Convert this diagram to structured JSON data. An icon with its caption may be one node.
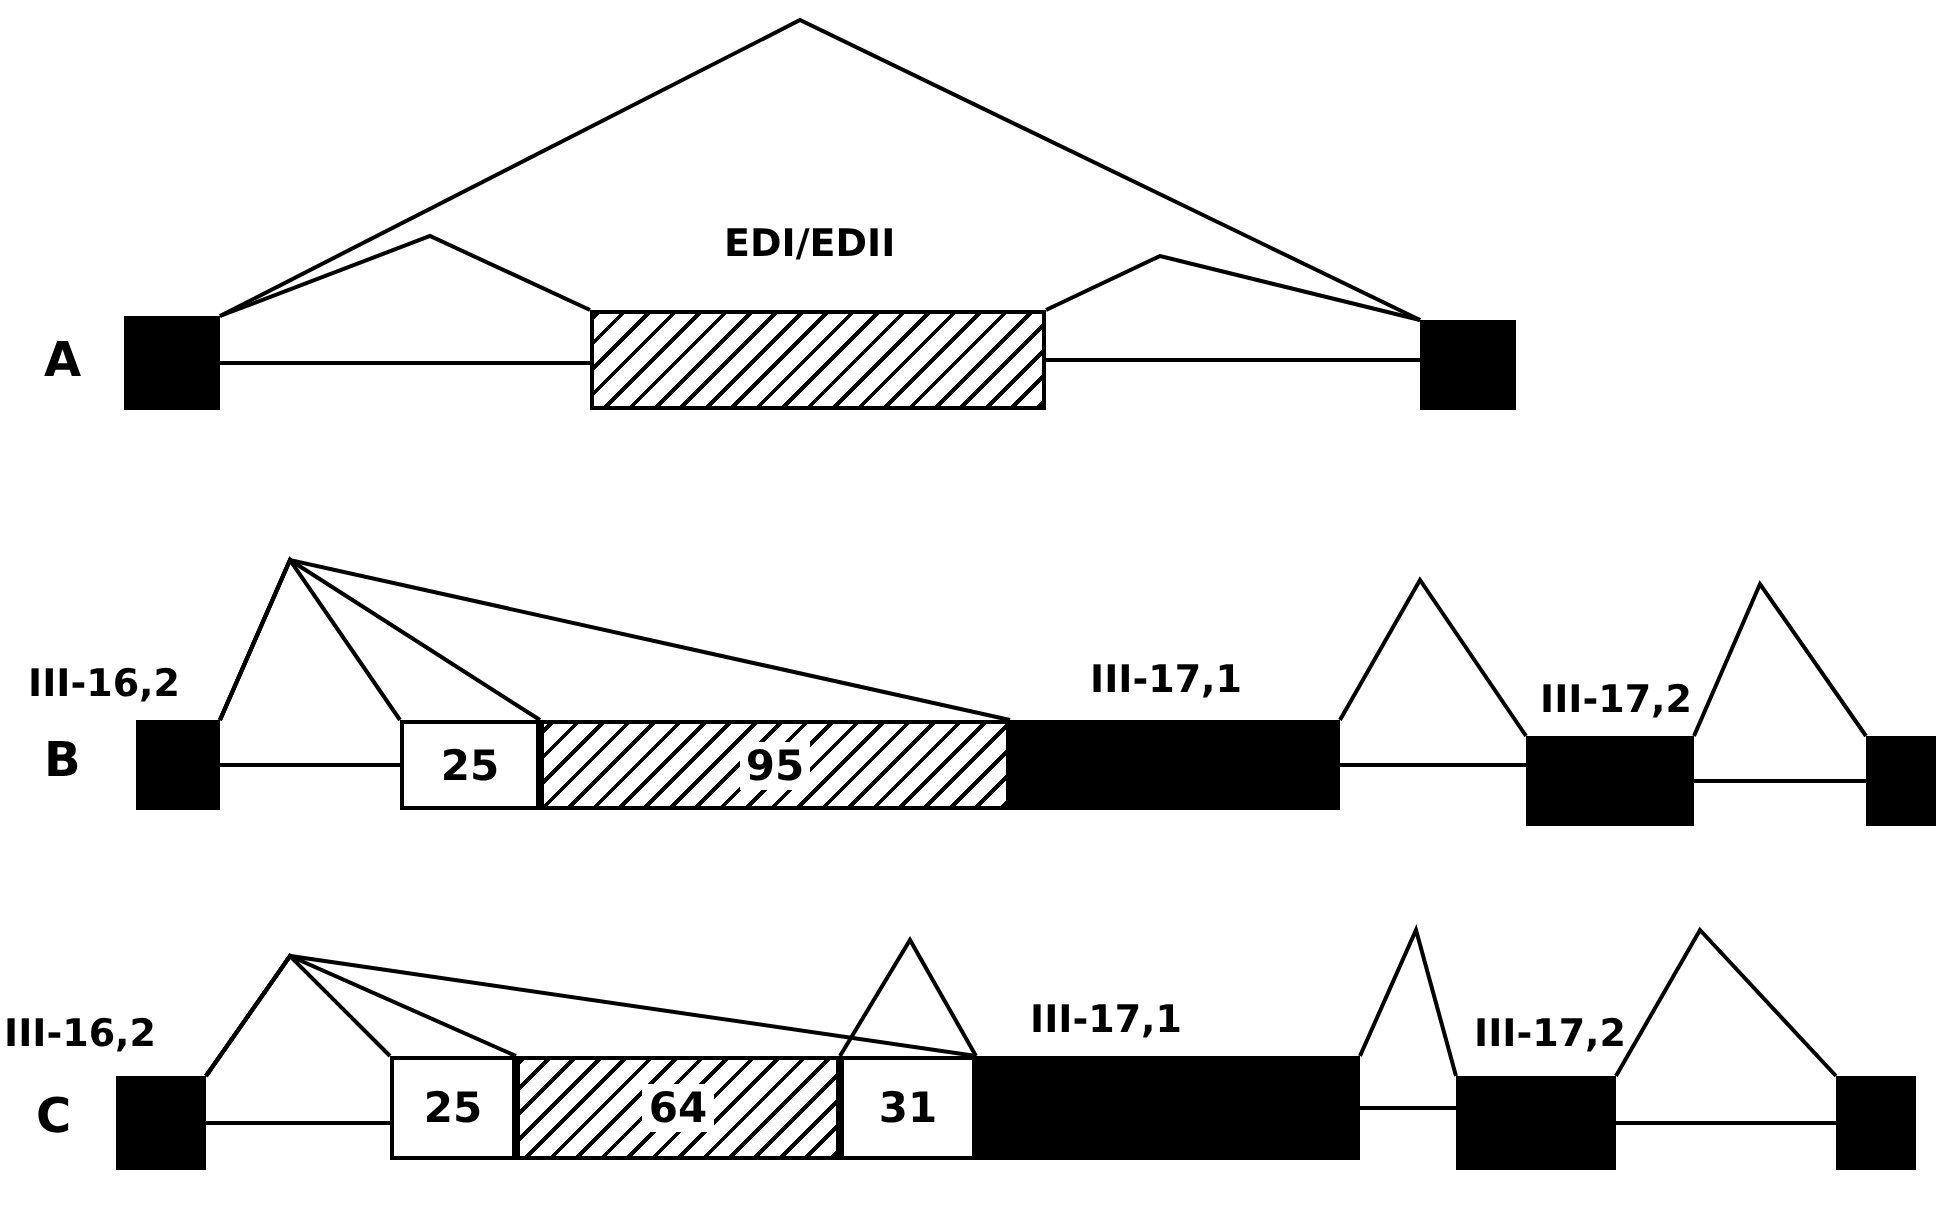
{
  "diagram": {
    "nodes": [
      {
        "text": [],
        "shape": "box"
      },
      {
        "text": [
          "EDI/EDII"
        ]
      },
      {
        "text": [],
        "shape": "box"
      },
      {
        "text": [
          "III-16,2"
        ]
      },
      {
        "text": [
          "25"
        ]
      },
      {
        "text": [
          "95"
        ]
      },
      {
        "text": [
          "III-17,1"
        ]
      },
      {
        "text": [
          "III-17,2"
        ]
      },
      {
        "text": [],
        "shape": "box"
      },
      {
        "text": [
          "III-16,2"
        ]
      },
      {
        "text": [
          "25"
        ]
      },
      {
        "text": [
          "64"
        ]
      },
      {
        "text": [
          "31"
        ]
      },
      {
        "text": [
          "III-17,1"
        ]
      },
      {
        "text": [
          "III-17,2"
        ]
      },
      {
        "text": [],
        "shape": "box"
      }
    ],
    "edges": [
      {
        "from": 0,
        "to": 1,
        "arrow": "none"
      },
      {
        "from": 1,
        "to": 2,
        "arrow": "none"
      },
      {
        "from": 0,
        "to": 1,
        "arrow": "none"
      },
      {
        "from": 1,
        "to": 2,
        "arrow": "none"
      },
      {
        "from": 0,
        "to": 2,
        "arrow": "none"
      },
      {
        "from": 3,
        "to": 4,
        "arrow": "none"
      },
      {
        "from": 6,
        "to": 7,
        "arrow": "none"
      },
      {
        "from": 7,
        "to": 8,
        "arrow": "none"
      },
      {
        "from": 3,
        "to": 4,
        "arrow": "none"
      },
      {
        "from": 3,
        "to": 5,
        "arrow": "none"
      },
      {
        "from": 3,
        "to": 6,
        "arrow": "none"
      },
      {
        "from": 6,
        "to": 7,
        "arrow": "none"
      },
      {
        "from": 7,
        "to": 8,
        "arrow": "none"
      },
      {
        "from": 9,
        "to": 10,
        "arrow": "none"
      },
      {
        "from": 13,
        "to": 14,
        "arrow": "none"
      },
      {
        "from": 14,
        "to": 15,
        "arrow": "none"
      },
      {
        "from": 9,
        "to": 10,
        "arrow": "none"
      },
      {
        "from": 9,
        "to": 11,
        "arrow": "none"
      },
      {
        "from": 9,
        "to": 13,
        "arrow": "none"
      },
      {
        "from": 11,
        "to": 13,
        "arrow": "none"
      },
      {
        "from": 13,
        "to": 14,
        "arrow": "none"
      },
      {
        "from": 14,
        "to": 15,
        "arrow": "none"
      }
    ],
    "labels": [
      "A",
      "B",
      "C"
    ]
  }
}
